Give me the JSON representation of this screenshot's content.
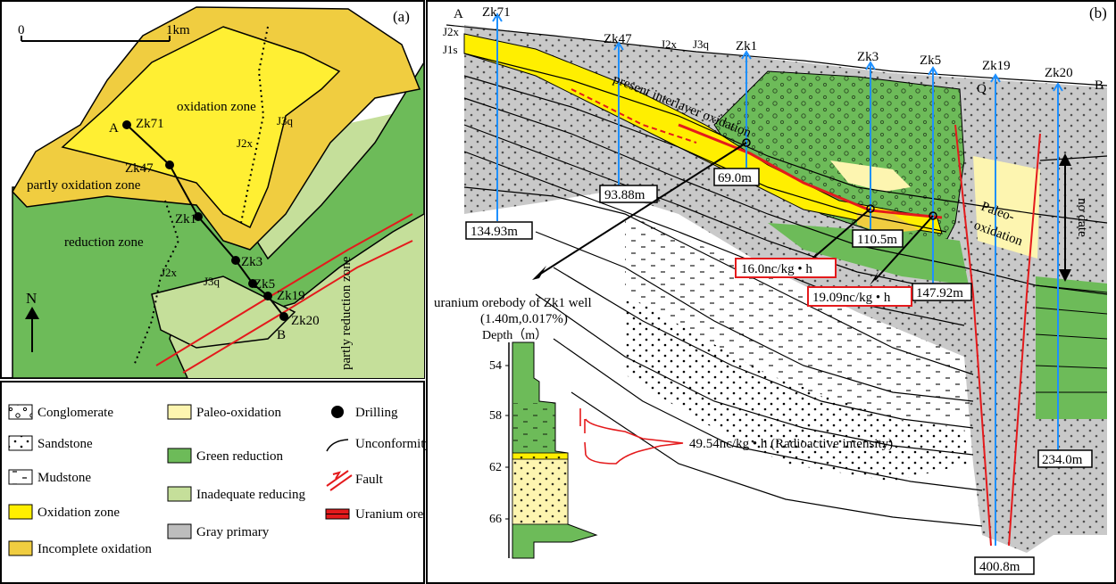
{
  "panel_a": {
    "tag": "(a)",
    "scale": {
      "start": "0",
      "end": "1km"
    },
    "north": "N",
    "zones": {
      "oxidation": "oxidation zone",
      "partly_oxidation": "partly oxidation zone",
      "reduction": "reduction zone",
      "partly_reduction": "partly reduction zone"
    },
    "formations": {
      "j2x_top": "J2x",
      "j3q_top": "J3q",
      "j2x_low": "J2x",
      "j3q_low": "J3q"
    },
    "points": {
      "a": "A",
      "b": "B"
    },
    "wells": [
      "Zk71",
      "Zk47",
      "Zk1",
      "Zk3",
      "Zk5",
      "Zk19",
      "Zk20"
    ]
  },
  "legend": {
    "conglomerate": "Conglomerate",
    "sandstone": "Sandstone",
    "mudstone": "Mudstone",
    "oxidation_zone": "Oxidation zone",
    "incomplete_oxidation": "Incomplete oxidation",
    "paleo_oxidation": "Paleo-oxidation",
    "green_reduction": "Green reduction",
    "inadequate_reducing": "Inadequate reducing",
    "gray_primary": "Gray primary",
    "drilling": "Drilling",
    "unconformity": "Unconformity",
    "fault": "Fault",
    "uranium_ore": "Uranium ore"
  },
  "panel_b": {
    "tag": "(b)",
    "ends": {
      "a": "A",
      "b": "B",
      "q": "Q"
    },
    "strata": {
      "j2x": "J2x",
      "j1s": "J1s",
      "j2x_mid": "J2x",
      "j3q_mid": "J3q"
    },
    "wells": [
      {
        "name": "Zk71",
        "depth": "134.93m"
      },
      {
        "name": "Zk47",
        "depth": "93.88m"
      },
      {
        "name": "Zk1",
        "depth": "69.0m"
      },
      {
        "name": "Zk3",
        "depth": "110.5m"
      },
      {
        "name": "Zk5",
        "depth": "147.92m"
      },
      {
        "name": "Zk19",
        "depth": "400.8m"
      },
      {
        "name": "Zk20",
        "depth": "234.0m"
      }
    ],
    "present_label": "present interlayer oxidation",
    "paleo_label_1": "Paleo-",
    "paleo_label_2": "oxidation",
    "no_date": "no date",
    "intensity_1": "16.0nc/kg • h",
    "intensity_2": "19.09nc/kg • h",
    "orebody_title": "uranium orebody of Zk1 well",
    "orebody_sub": "(1.40m,0.017%)",
    "depth_title": "Depth（m）",
    "depth_ticks": [
      "54",
      "58",
      "62",
      "66"
    ],
    "radio_label": "49.54nc/kg • h (Radioactive intensity)"
  }
}
